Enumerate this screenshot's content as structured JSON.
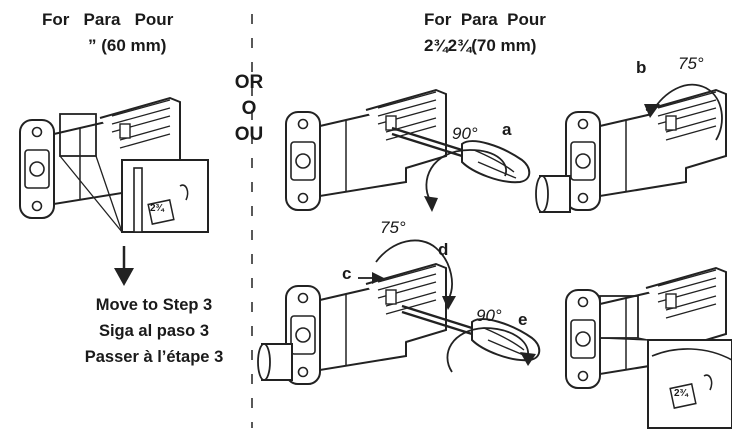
{
  "left_header": {
    "title": "For   Para   Pour",
    "measure": "” (60 mm)"
  },
  "right_header": {
    "title": "For  Para  Pour",
    "measure": "2¾2¾(70 mm)"
  },
  "divider_text": [
    "OR",
    "O",
    "OU"
  ],
  "steps": [
    "Move to Step 3",
    "Siga al paso 3",
    "Passer à l’étape 3"
  ],
  "callouts": {
    "a": "a",
    "b": "b",
    "c": "c",
    "d": "d",
    "e": "e",
    "angle_a": "90°",
    "angle_b": "75°",
    "angle_d": "75°",
    "angle_e": "90°"
  },
  "latch_marks": [
    "2¾",
    "2¾"
  ]
}
